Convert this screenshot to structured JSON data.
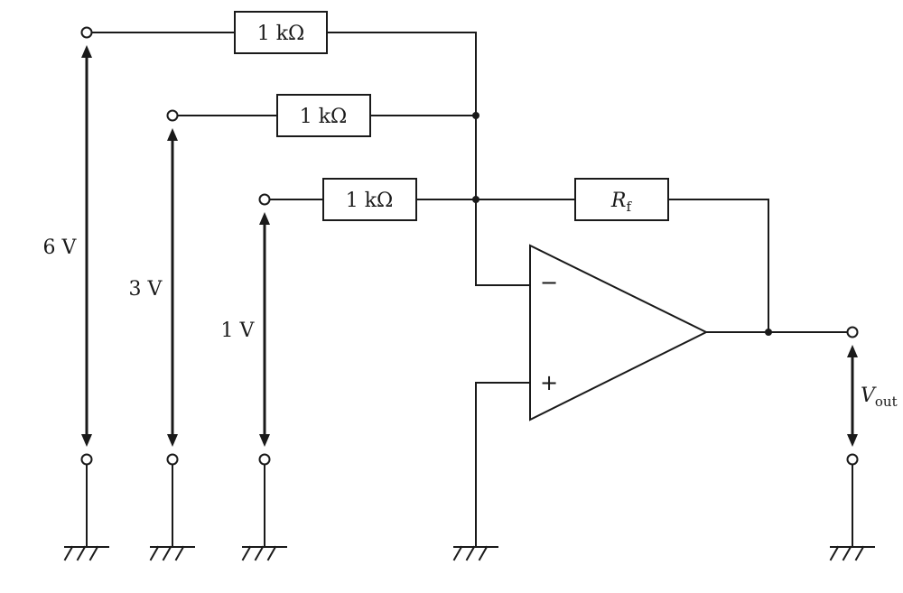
{
  "resistors": {
    "r1": "1 kΩ",
    "r2": "1 kΩ",
    "r3": "1 kΩ"
  },
  "feedback": {
    "symbol": "R",
    "subscript": "f"
  },
  "sources": {
    "v1": "6 V",
    "v2": "3 V",
    "v3": "1 V"
  },
  "opamp": {
    "inverting": "−",
    "noninverting": "+"
  },
  "output": {
    "symbol": "V",
    "subscript": "out"
  }
}
